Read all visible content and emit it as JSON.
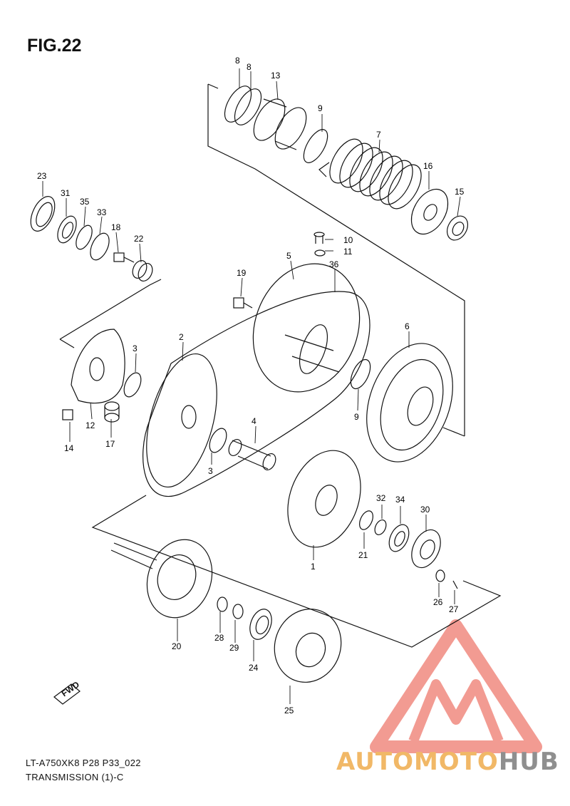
{
  "figure": {
    "title": "FIG.22",
    "drawing_code": "LT-A750XK8 P28 P33_022",
    "section": "TRANSMISSION (1)-C"
  },
  "callouts": [
    "8",
    "8",
    "13",
    "9",
    "7",
    "16",
    "15",
    "23",
    "31",
    "35",
    "33",
    "18",
    "22",
    "10",
    "11",
    "5",
    "36",
    "19",
    "6",
    "2",
    "3",
    "12",
    "14",
    "17",
    "4",
    "3",
    "9",
    "1",
    "32",
    "34",
    "30",
    "21",
    "26",
    "27",
    "20",
    "28",
    "29",
    "24",
    "25"
  ],
  "direction_badge": "FWD",
  "watermark": {
    "part1": "AUTOMOTO",
    "part2": "HUB",
    "colors": {
      "orange": "#f1b867",
      "gray": "#8f8f8f",
      "red": "#f08a80"
    }
  }
}
